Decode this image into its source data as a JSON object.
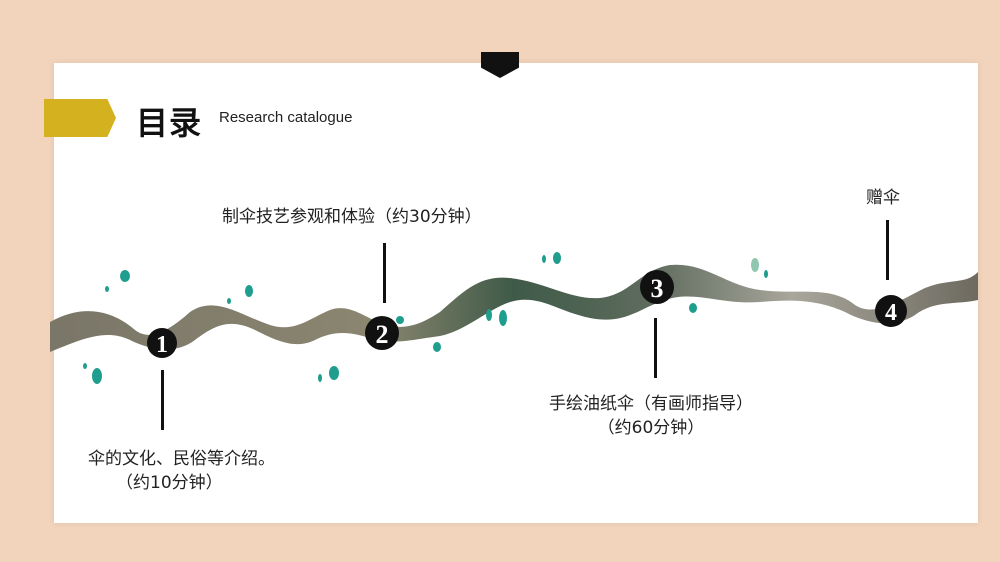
{
  "header": {
    "title": "目录",
    "subtitle": "Research catalogue"
  },
  "steps": [
    {
      "number": "1",
      "line1": "伞的文化、民俗等介绍。",
      "line2": "（约10分钟）"
    },
    {
      "number": "2",
      "line1": "制伞技艺参观和体验（约30分钟）"
    },
    {
      "number": "3",
      "line1": "手绘油纸伞（有画师指导）",
      "line2": "（约60分钟）"
    },
    {
      "number": "4",
      "line1": "赠伞"
    }
  ],
  "colors": {
    "background": "#f2d3bb",
    "accent": "#d4b21f",
    "dots": "#1f9e8e"
  }
}
